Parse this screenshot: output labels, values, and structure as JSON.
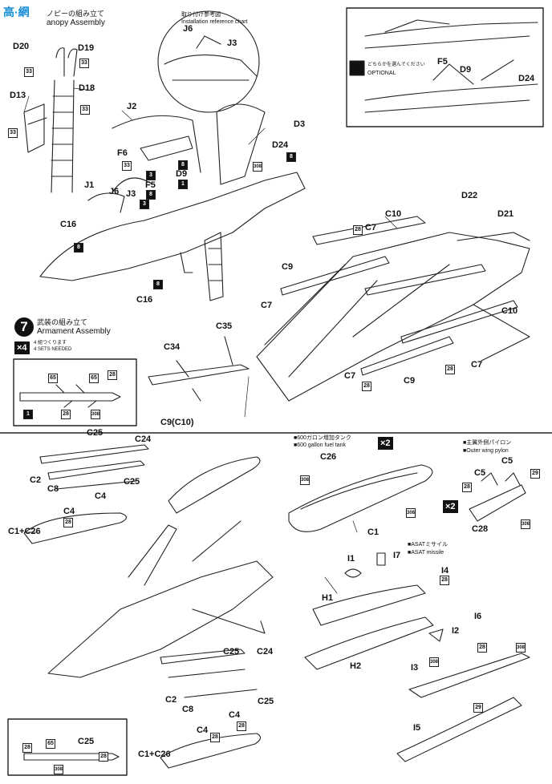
{
  "watermark": "高·網",
  "sections": {
    "canopy_jp": "ノピーの組み立て",
    "canopy_en": "anopy Assembly",
    "install_jp": "取り付け参考図",
    "install_en": "Installation reference chart",
    "optional_jp": "どちらかを選んでください",
    "optional_en": "OPTIONAL",
    "step_number": "7",
    "armament_jp": "武装の組み立て",
    "armament_en": "Armament Assembly",
    "sets_multiplier": "×4",
    "sets_jp": "4 組つくります",
    "sets_en": "4 SETS NEEDED",
    "tank_jp": "■600ガロン増加タンク",
    "tank_en": "■600 gallon fuel tank",
    "tank_multiplier": "×2",
    "pylon_jp": "■主翼外側パイロン",
    "pylon_en": "■Outer wing pylon",
    "pylon_multiplier": "×2",
    "asat_jp": "■ASATミサイル",
    "asat_en": "■ASAT missile"
  },
  "parts": {
    "D20": "D20",
    "D19": "D19",
    "D18": "D18",
    "D13": "D13",
    "J6": "J6",
    "J3": "J3",
    "J2": "J2",
    "J1": "J1",
    "F5": "F5",
    "F6": "F6",
    "D9": "D9",
    "D3": "D3",
    "D24": "D24",
    "D22": "D22",
    "D21": "D21",
    "C16": "C16",
    "C10": "C10",
    "C7": "C7",
    "C9": "C9",
    "C34": "C34",
    "C35": "C35",
    "C9C10": "C9(C10)",
    "C25": "C25",
    "C24": "C24",
    "C2": "C2",
    "C8": "C8",
    "C4": "C4",
    "C1C26": "C1+C26",
    "C26": "C26",
    "C1": "C1",
    "C5": "C5",
    "C28": "C28",
    "I1": "I1",
    "I7": "I7",
    "I4": "I4",
    "I6": "I6",
    "I2": "I2",
    "H1": "H1",
    "H2": "H2",
    "I3": "I3",
    "I5": "I5"
  },
  "paint_codes": {
    "c33": "33",
    "c8": "8",
    "c3": "3",
    "c1": "1",
    "c28": "28",
    "c65": "65",
    "c308": "308",
    "c29": "29"
  }
}
